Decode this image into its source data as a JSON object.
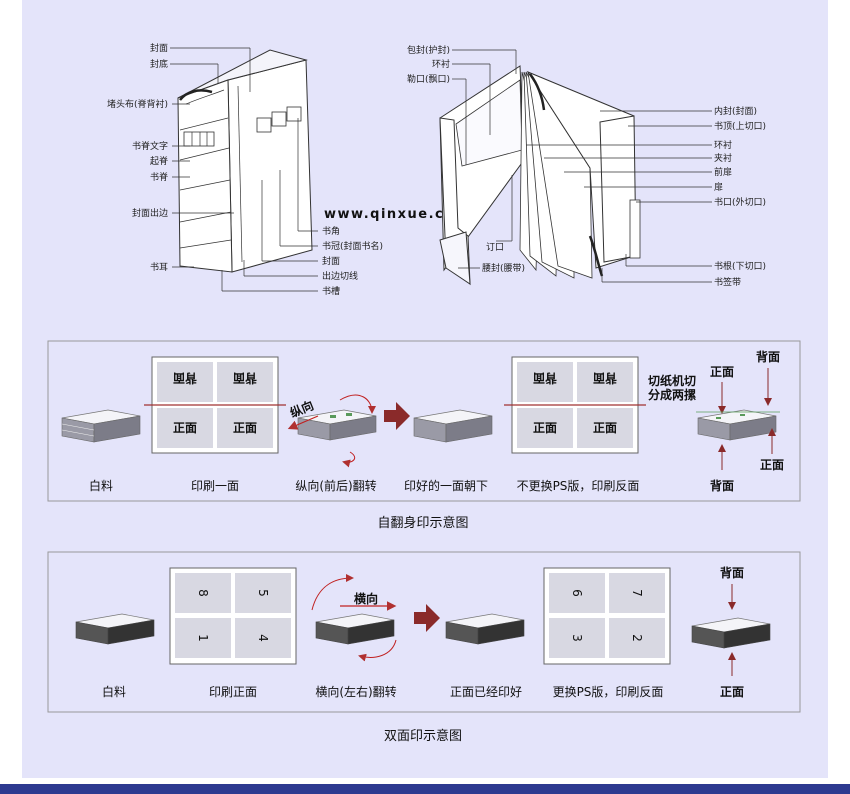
{
  "watermark": "www.qinxue.com",
  "book_left": {
    "labels": [
      "封面",
      "封底",
      "堵头布(脊背衬)",
      "书脊文字",
      "起脊",
      "书脊",
      "封面出边",
      "书耳",
      "书角",
      "书冠(封面书名)",
      "封面",
      "出边切线",
      "书槽"
    ]
  },
  "book_right": {
    "labels": [
      "包封(护封)",
      "环衬",
      "勒口(飘口)",
      "内封(封面)",
      "书顶(上切口)",
      "环衬",
      "夹衬",
      "前扉",
      "扉",
      "书口(外切口)",
      "订口",
      "腰封(腰带)",
      "书根(下切口)",
      "书签带"
    ]
  },
  "self_turn": {
    "plate_back": "背面",
    "plate_front": "正面",
    "direction_tag": "纵向",
    "cutter_label_1": "切纸机切",
    "cutter_label_2": "分成两摞",
    "stack_top": "背面",
    "stack_front": "正面",
    "stack_front_right": "正面",
    "stack_bottom": "背面",
    "steps": [
      "白料",
      "印刷一面",
      "纵向(前后)翻转",
      "印好的一面朝下",
      "不更换PS版，印刷反面"
    ],
    "caption": "自翻身印示意图"
  },
  "duplex": {
    "plate1_pages": [
      "8",
      "5",
      "1",
      "4"
    ],
    "plate2_pages": [
      "6",
      "7",
      "3",
      "2"
    ],
    "direction_tag": "横向",
    "stack_top": "背面",
    "stack_bottom": "正面",
    "steps": [
      "白料",
      "印刷正面",
      "横向(左右)翻转",
      "正面已经印好",
      "更换PS版，印刷反面"
    ],
    "caption": "双面印示意图"
  }
}
